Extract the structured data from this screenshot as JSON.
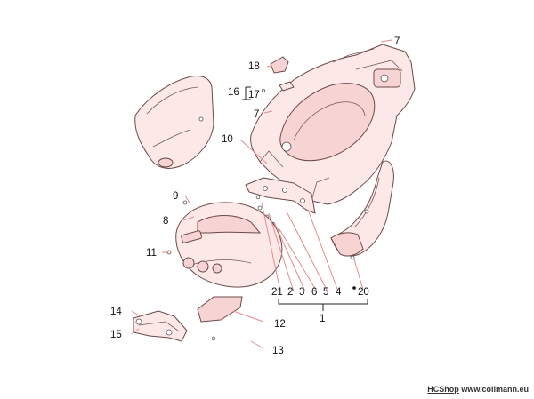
{
  "callouts": {
    "c1": "1",
    "c2": "2",
    "c3": "3",
    "c4": "4",
    "c5": "5",
    "c6": "6",
    "c7a": "7",
    "c7b": "7",
    "c8": "8",
    "c9": "9",
    "c10": "10",
    "c11": "11",
    "c12": "12",
    "c13": "13",
    "c14": "14",
    "c15": "15",
    "c16": "16",
    "c17": "17",
    "c18": "18",
    "c20": "20",
    "c21": "21"
  },
  "watermark": {
    "shop": "HCShop",
    "site": "www.collmann.eu"
  }
}
